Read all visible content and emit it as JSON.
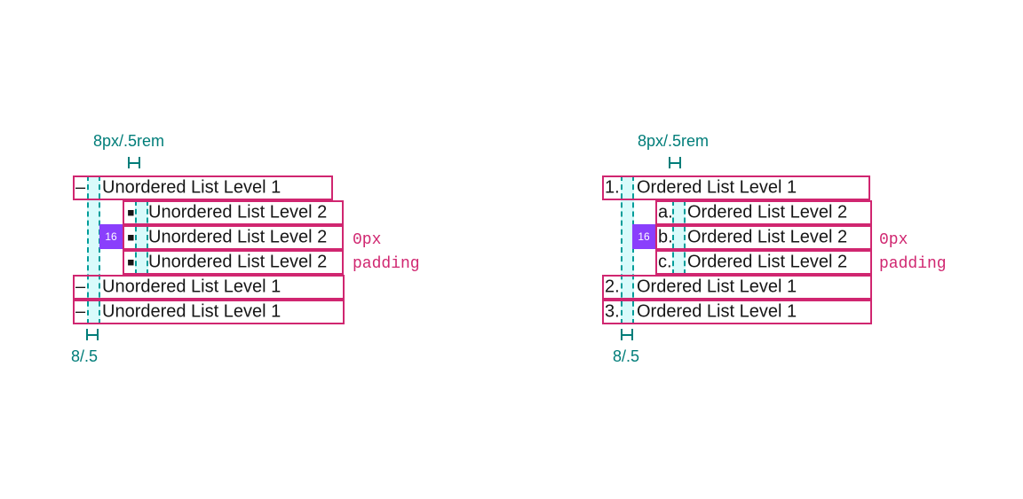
{
  "colors": {
    "box_outline_pink": "#d02670",
    "spacing_teal_text": "#007d79",
    "spacing_teal_dash": "#009d9a",
    "spacing_teal_fill": "#d9fbfb",
    "nesting_badge_purple": "#8a3ffc",
    "list_text_ink": "#161616",
    "background": "#ffffff"
  },
  "diagrams": [
    {
      "name": "unordered-list-spec",
      "top_label": "8px/.5rem",
      "bottom_label": "8/.5",
      "nesting_badge": "16",
      "annotation": {
        "line1": "0px",
        "line2": "padding"
      },
      "rows": [
        {
          "level": 1,
          "marker": "–",
          "text": "Unordered List Level 1"
        },
        {
          "level": 2,
          "marker": "▪",
          "text": "Unordered List Level 2"
        },
        {
          "level": 2,
          "marker": "▪",
          "text": "Unordered List Level 2"
        },
        {
          "level": 2,
          "marker": "▪",
          "text": "Unordered List Level 2"
        },
        {
          "level": 1,
          "marker": "–",
          "text": "Unordered List Level 1"
        },
        {
          "level": 1,
          "marker": "–",
          "text": "Unordered List Level 1"
        }
      ]
    },
    {
      "name": "ordered-list-spec",
      "top_label": "8px/.5rem",
      "bottom_label": "8/.5",
      "nesting_badge": "16",
      "annotation": {
        "line1": "0px",
        "line2": "padding"
      },
      "rows": [
        {
          "level": 1,
          "marker": "1.",
          "text": "Ordered List Level 1"
        },
        {
          "level": 2,
          "marker": "a.",
          "text": "Ordered List Level 2"
        },
        {
          "level": 2,
          "marker": "b.",
          "text": "Ordered List Level 2"
        },
        {
          "level": 2,
          "marker": "c.",
          "text": "Ordered List Level 2"
        },
        {
          "level": 1,
          "marker": "2.",
          "text": "Ordered List Level 1"
        },
        {
          "level": 1,
          "marker": "3.",
          "text": "Ordered List Level 1"
        }
      ]
    }
  ]
}
